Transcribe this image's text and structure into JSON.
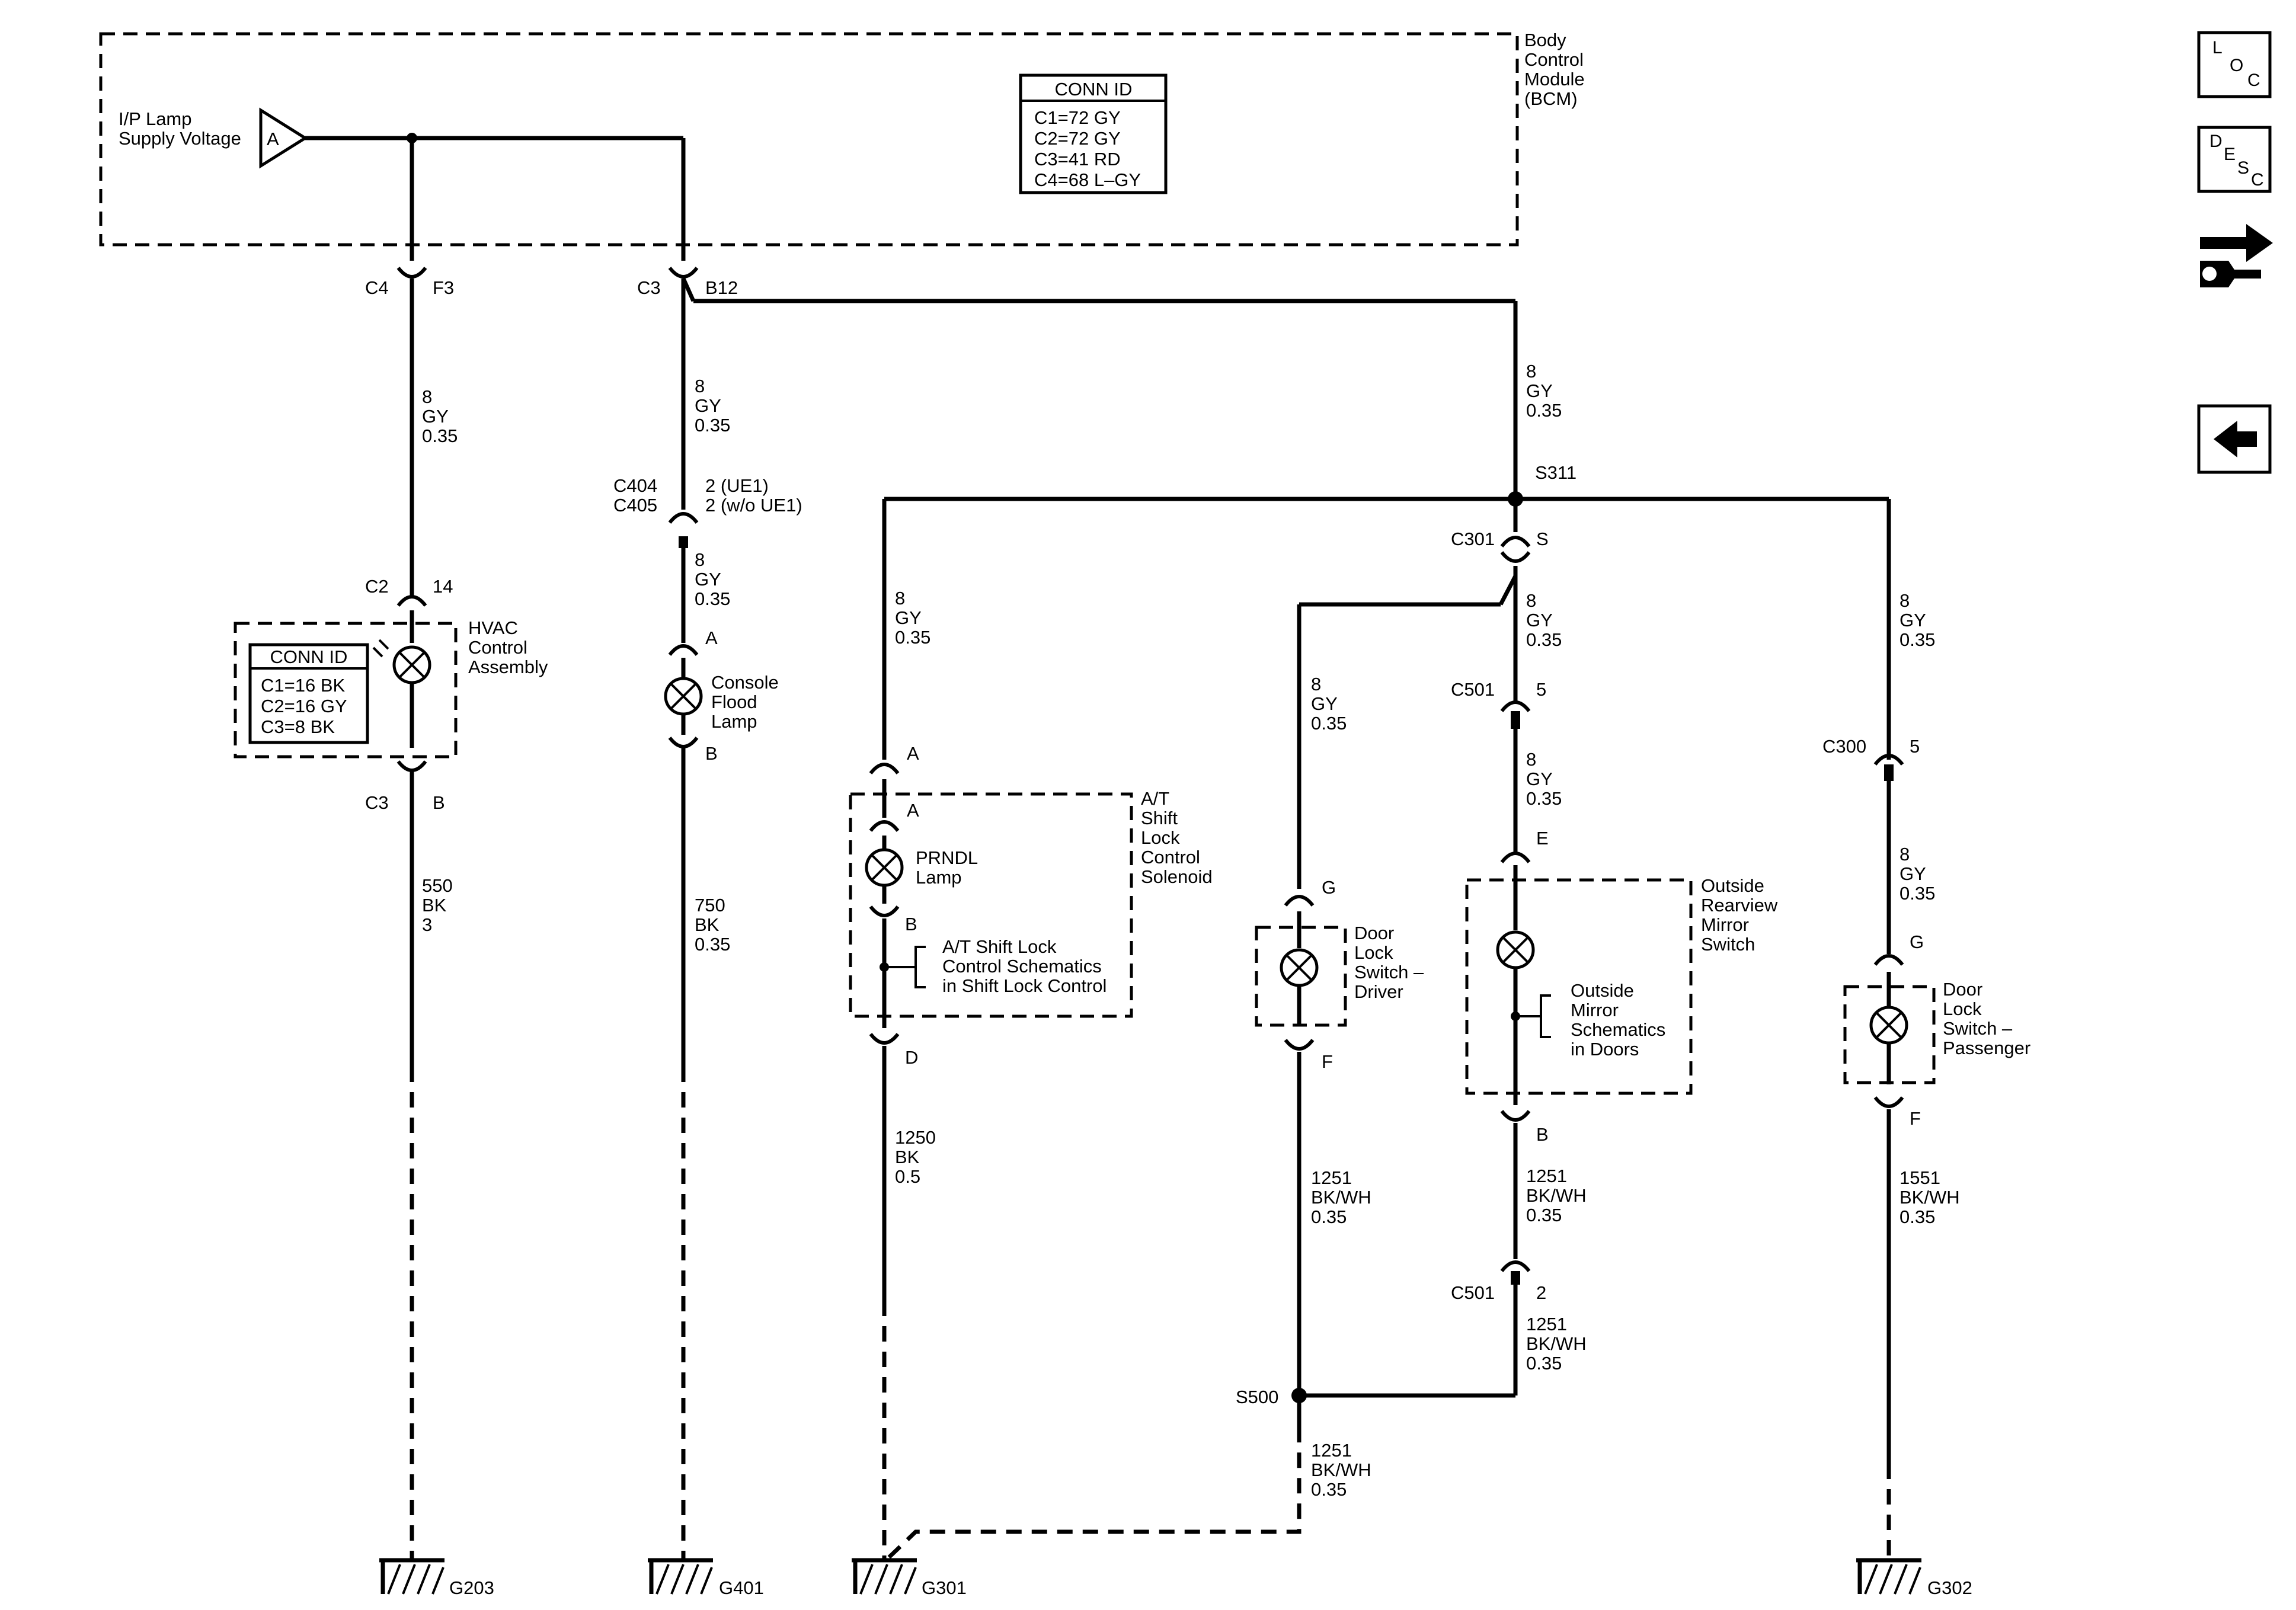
{
  "bcm": {
    "label": [
      "Body",
      "Control",
      "Module",
      "(BCM)"
    ],
    "supply_label": [
      "I/P Lamp",
      "Supply Voltage"
    ],
    "terminal": "A",
    "conn_id_title": "CONN ID",
    "conn_ids": [
      "C1=72 GY",
      "C2=72 GY",
      "C3=41 RD",
      "C4=68 L–GY"
    ]
  },
  "hvac": {
    "top_connector": "C4",
    "top_pin": "F3",
    "top_wire": [
      "8",
      "GY",
      "0.35"
    ],
    "in_connector": "C2",
    "in_pin": "14",
    "label": [
      "HVAC",
      "Control",
      "Assembly"
    ],
    "conn_id_title": "CONN ID",
    "conn_ids": [
      "C1=16 BK",
      "C2=16 GY",
      "C3=8 BK"
    ],
    "out_connector": "C3",
    "out_pin": "B",
    "ground_wire": [
      "550",
      "BK",
      "3"
    ],
    "ground": "G203"
  },
  "console": {
    "top_connector": "C3",
    "top_pin": "B12",
    "top_wire": [
      "8",
      "GY",
      "0.35"
    ],
    "inline_connectors": [
      "C404",
      "C405"
    ],
    "inline_pins": [
      "2 (UE1)",
      "2 (w/o UE1)"
    ],
    "mid_wire": [
      "8",
      "GY",
      "0.35"
    ],
    "pin_in": "A",
    "label": [
      "Console",
      "Flood",
      "Lamp"
    ],
    "pin_out": "B",
    "ground_wire": [
      "750",
      "BK",
      "0.35"
    ],
    "ground": "G401"
  },
  "bus": {
    "wire": [
      "8",
      "GY",
      "0.35"
    ],
    "splice": "S311"
  },
  "shift_lock": {
    "wire": [
      "8",
      "GY",
      "0.35"
    ],
    "conn_pin_top": "A",
    "lamp_pin_top": "A",
    "lamp_label": [
      "PRNDL",
      "Lamp"
    ],
    "lamp_pin_bottom": "B",
    "ref_label": [
      "A/T Shift Lock",
      "Control Schematics",
      "in Shift Lock Control"
    ],
    "label": [
      "A/T",
      "Shift",
      "Lock",
      "Control",
      "Solenoid"
    ],
    "conn_pin_bottom": "D",
    "ground_wire": [
      "1250",
      "BK",
      "0.5"
    ],
    "ground": "G301"
  },
  "driver_switch": {
    "wire": [
      "8",
      "GY",
      "0.35"
    ],
    "pin_top": "G",
    "label": [
      "Door",
      "Lock",
      "Switch –",
      "Driver"
    ],
    "pin_bottom": "F",
    "ground_wire": [
      "1251",
      "BK/WH",
      "0.35"
    ]
  },
  "mirror": {
    "c301": "C301",
    "c301_pin": "S",
    "wire1": [
      "8",
      "GY",
      "0.35"
    ],
    "c501": "C501",
    "c501_pin": "5",
    "wire2": [
      "8",
      "GY",
      "0.35"
    ],
    "pin_top": "E",
    "label": [
      "Outside",
      "Rearview",
      "Mirror",
      "Switch"
    ],
    "ref_label": [
      "Outside",
      "Mirror",
      "Schematics",
      "in Doors"
    ],
    "pin_bottom": "B",
    "wire3": [
      "1251",
      "BK/WH",
      "0.35"
    ],
    "c501_b": "C501",
    "c501_b_pin": "2",
    "wire4": [
      "1251",
      "BK/WH",
      "0.35"
    ],
    "splice": "S500",
    "ground_wire": [
      "1251",
      "BK/WH",
      "0.35"
    ]
  },
  "passenger_switch": {
    "wire": [
      "8",
      "GY",
      "0.35"
    ],
    "connector": "C300",
    "connector_pin": "5",
    "wire2": [
      "8",
      "GY",
      "0.35"
    ],
    "pin_top": "G",
    "label": [
      "Door",
      "Lock",
      "Switch –",
      "Passenger"
    ],
    "pin_bottom": "F",
    "ground_wire": [
      "1551",
      "BK/WH",
      "0.35"
    ],
    "ground": "G302"
  },
  "nav": {
    "loc": [
      "L",
      "O",
      "C"
    ],
    "desc": [
      "D",
      "E",
      "S",
      "C"
    ]
  }
}
